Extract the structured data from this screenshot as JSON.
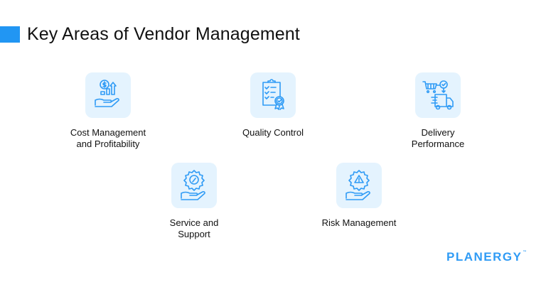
{
  "header": {
    "title": "Key Areas of Vendor Management"
  },
  "colors": {
    "accent": "#2196f3",
    "icon": "#2f9bf5",
    "card_bg": "#e4f3fe"
  },
  "areas": [
    {
      "label_line1": "Cost Management",
      "label_line2": "and Profitability",
      "icon": "hand-money-growth-icon"
    },
    {
      "label_line1": "Quality Control",
      "label_line2": "",
      "icon": "clipboard-checklist-badge-icon"
    },
    {
      "label_line1": "Delivery",
      "label_line2": "Performance",
      "icon": "cart-truck-delivery-icon"
    },
    {
      "label_line1": "Service and",
      "label_line2": "Support",
      "icon": "hand-gear-wrench-icon"
    },
    {
      "label_line1": "Risk Management",
      "label_line2": "",
      "icon": "hand-gear-warning-icon"
    }
  ],
  "brand": {
    "logo_text": "PLANERGY",
    "trademark": "™"
  }
}
